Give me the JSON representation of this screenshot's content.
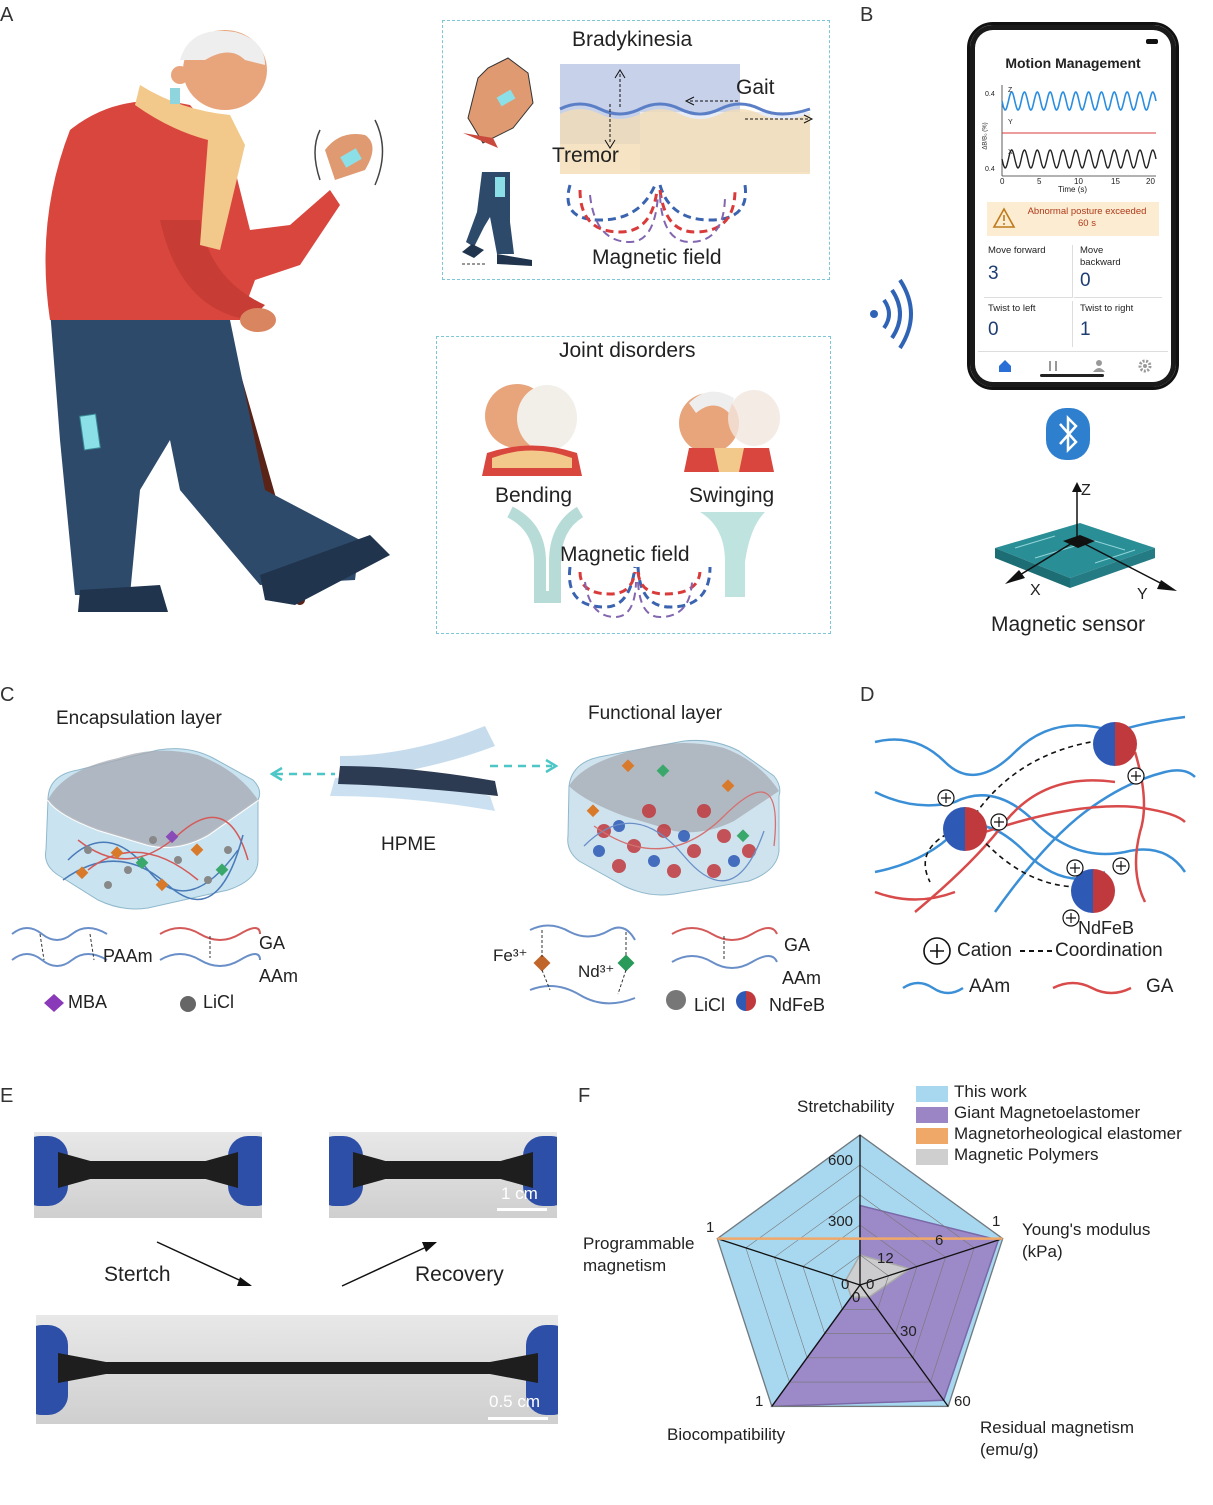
{
  "panels": {
    "A": "A",
    "B": "B",
    "C": "C",
    "D": "D",
    "E": "E",
    "F": "F"
  },
  "panelA": {
    "brady_title": "Bradykinesia",
    "gait": "Gait",
    "tremor": "Tremor",
    "magnetic_field_1": "Magnetic field",
    "joint_title": "Joint disorders",
    "bending": "Bending",
    "swinging": "Swinging",
    "magnetic_field_2": "Magnetic field"
  },
  "phone": {
    "title": "Motion Management",
    "y_top": "0.4",
    "y_bottom": "0.4",
    "ylabel": "ΔB/B₀ (%)",
    "axis_z": "Z",
    "axis_y": "Y",
    "axis_x": "X",
    "xticks": [
      "0",
      "5",
      "10",
      "15",
      "20"
    ],
    "xlabel": "Time (s)",
    "alert": "Abnormal posture exceeded 60 s",
    "stats": [
      {
        "label": "Move forward",
        "value": "3"
      },
      {
        "label": "Move backward",
        "value": "0"
      },
      {
        "label": "Twist to left",
        "value": "0"
      },
      {
        "label": "Twist to right",
        "value": "1"
      }
    ]
  },
  "sensor": {
    "z": "Z",
    "x": "X",
    "y": "Y",
    "caption": "Magnetic sensor"
  },
  "panelC": {
    "encapsulation": "Encapsulation layer",
    "functional": "Functional layer",
    "hpme": "HPME",
    "paam": "PAAm",
    "ga1": "GA",
    "aam1": "AAm",
    "mba": "MBA",
    "licl1": "LiCl",
    "fe": "Fe³⁺",
    "nd": "Nd³⁺",
    "ga2": "GA",
    "aam2": "AAm",
    "licl2": "LiCl",
    "ndfeb": "NdFeB"
  },
  "panelD": {
    "ndfeb": "NdFeB",
    "cation": "Cation",
    "coordination": "Coordination",
    "aam": "AAm",
    "ga": "GA"
  },
  "panelE": {
    "scale1": "1 cm",
    "scale2": "0.5 cm",
    "stretch": "Stertch",
    "recovery": "Recovery"
  },
  "chart_data": {
    "type": "radar",
    "axes": [
      {
        "name": "Stretchability",
        "ticks": [
          "300",
          "600"
        ],
        "max": 750
      },
      {
        "name": "Young's modulus (kPa)",
        "ticks": [
          "6",
          "1"
        ],
        "max": 1
      },
      {
        "name": "Residual magnetism (emu/g)",
        "ticks": [
          "30",
          "60"
        ],
        "max": 60
      },
      {
        "name": "Biocompatibility",
        "ticks": [
          "1"
        ],
        "max": 1
      },
      {
        "name": "Programmable magnetism",
        "ticks": [
          "1"
        ],
        "max": 1
      }
    ],
    "center_ticks": [
      "12",
      "0",
      "0",
      "0"
    ],
    "series": [
      {
        "name": "This work",
        "color": "#a8d8f0"
      },
      {
        "name": "Giant Magnetoelastomer",
        "color": "#9b85c4"
      },
      {
        "name": "Magnetorheological elastomer",
        "color": "#f0a868"
      },
      {
        "name": "Magnetic Polymers",
        "color": "#cfcfcf"
      }
    ],
    "levels": {
      "This work": [
        1.0,
        1.0,
        1.0,
        1.0,
        1.0
      ],
      "Giant Magnetoelastomer": [
        0.53,
        0.97,
        0.95,
        1.0,
        0.0
      ],
      "Magnetorheological elastomer": [
        0.0,
        1.0,
        0.0,
        0.0,
        1.0
      ],
      "Magnetic Polymers": [
        0.2,
        0.35,
        0.1,
        0.1,
        0.1
      ]
    }
  }
}
